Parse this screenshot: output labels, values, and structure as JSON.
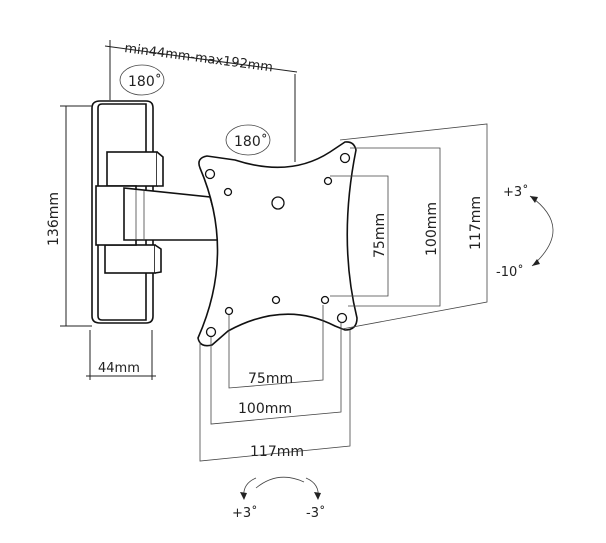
{
  "dimensions": {
    "arm_range": "min44mm-max192mm",
    "height": "136mm",
    "depth": "44mm",
    "vesa_75_v": "75mm",
    "vesa_100_v": "100mm",
    "vesa_117_v": "117mm",
    "vesa_75_h": "75mm",
    "vesa_100_h": "100mm",
    "vesa_117_h": "117mm"
  },
  "rotations": {
    "wall_swivel": "180˚",
    "plate_swivel": "180˚"
  },
  "tilt": {
    "up": "+3˚",
    "down": "-10˚"
  },
  "level_adjust": {
    "left": "+3˚",
    "right": "-3˚"
  },
  "colors": {
    "line": "#111111",
    "background": "#ffffff"
  }
}
